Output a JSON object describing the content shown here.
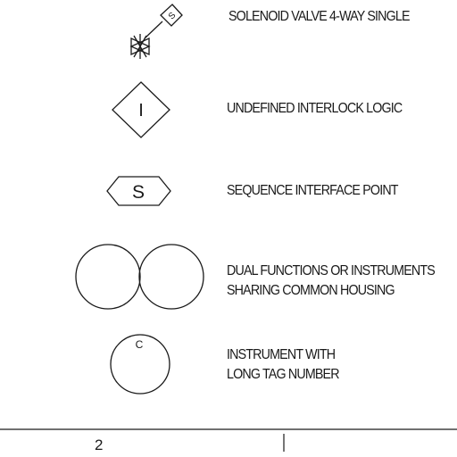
{
  "legend": {
    "solenoid_valve": {
      "symbol_letter": "S",
      "description": "SOLENOID VALVE 4-WAY SINGLE"
    },
    "interlock": {
      "symbol_letter": "I",
      "description": "UNDEFINED INTERLOCK LOGIC"
    },
    "sequence": {
      "symbol_letter": "S",
      "description": "SEQUENCE INTERFACE POINT"
    },
    "dual_function": {
      "description_line1": "DUAL FUNCTIONS OR INSTRUMENTS",
      "description_line2": "SHARING COMMON HOUSING"
    },
    "long_tag": {
      "symbol_letter": "C",
      "description_line1": "INSTRUMENT WITH",
      "description_line2": "LONG TAG NUMBER"
    }
  },
  "footer": {
    "page_number": "2"
  },
  "colors": {
    "line": "#1a1a1a",
    "background": "#ffffff"
  }
}
